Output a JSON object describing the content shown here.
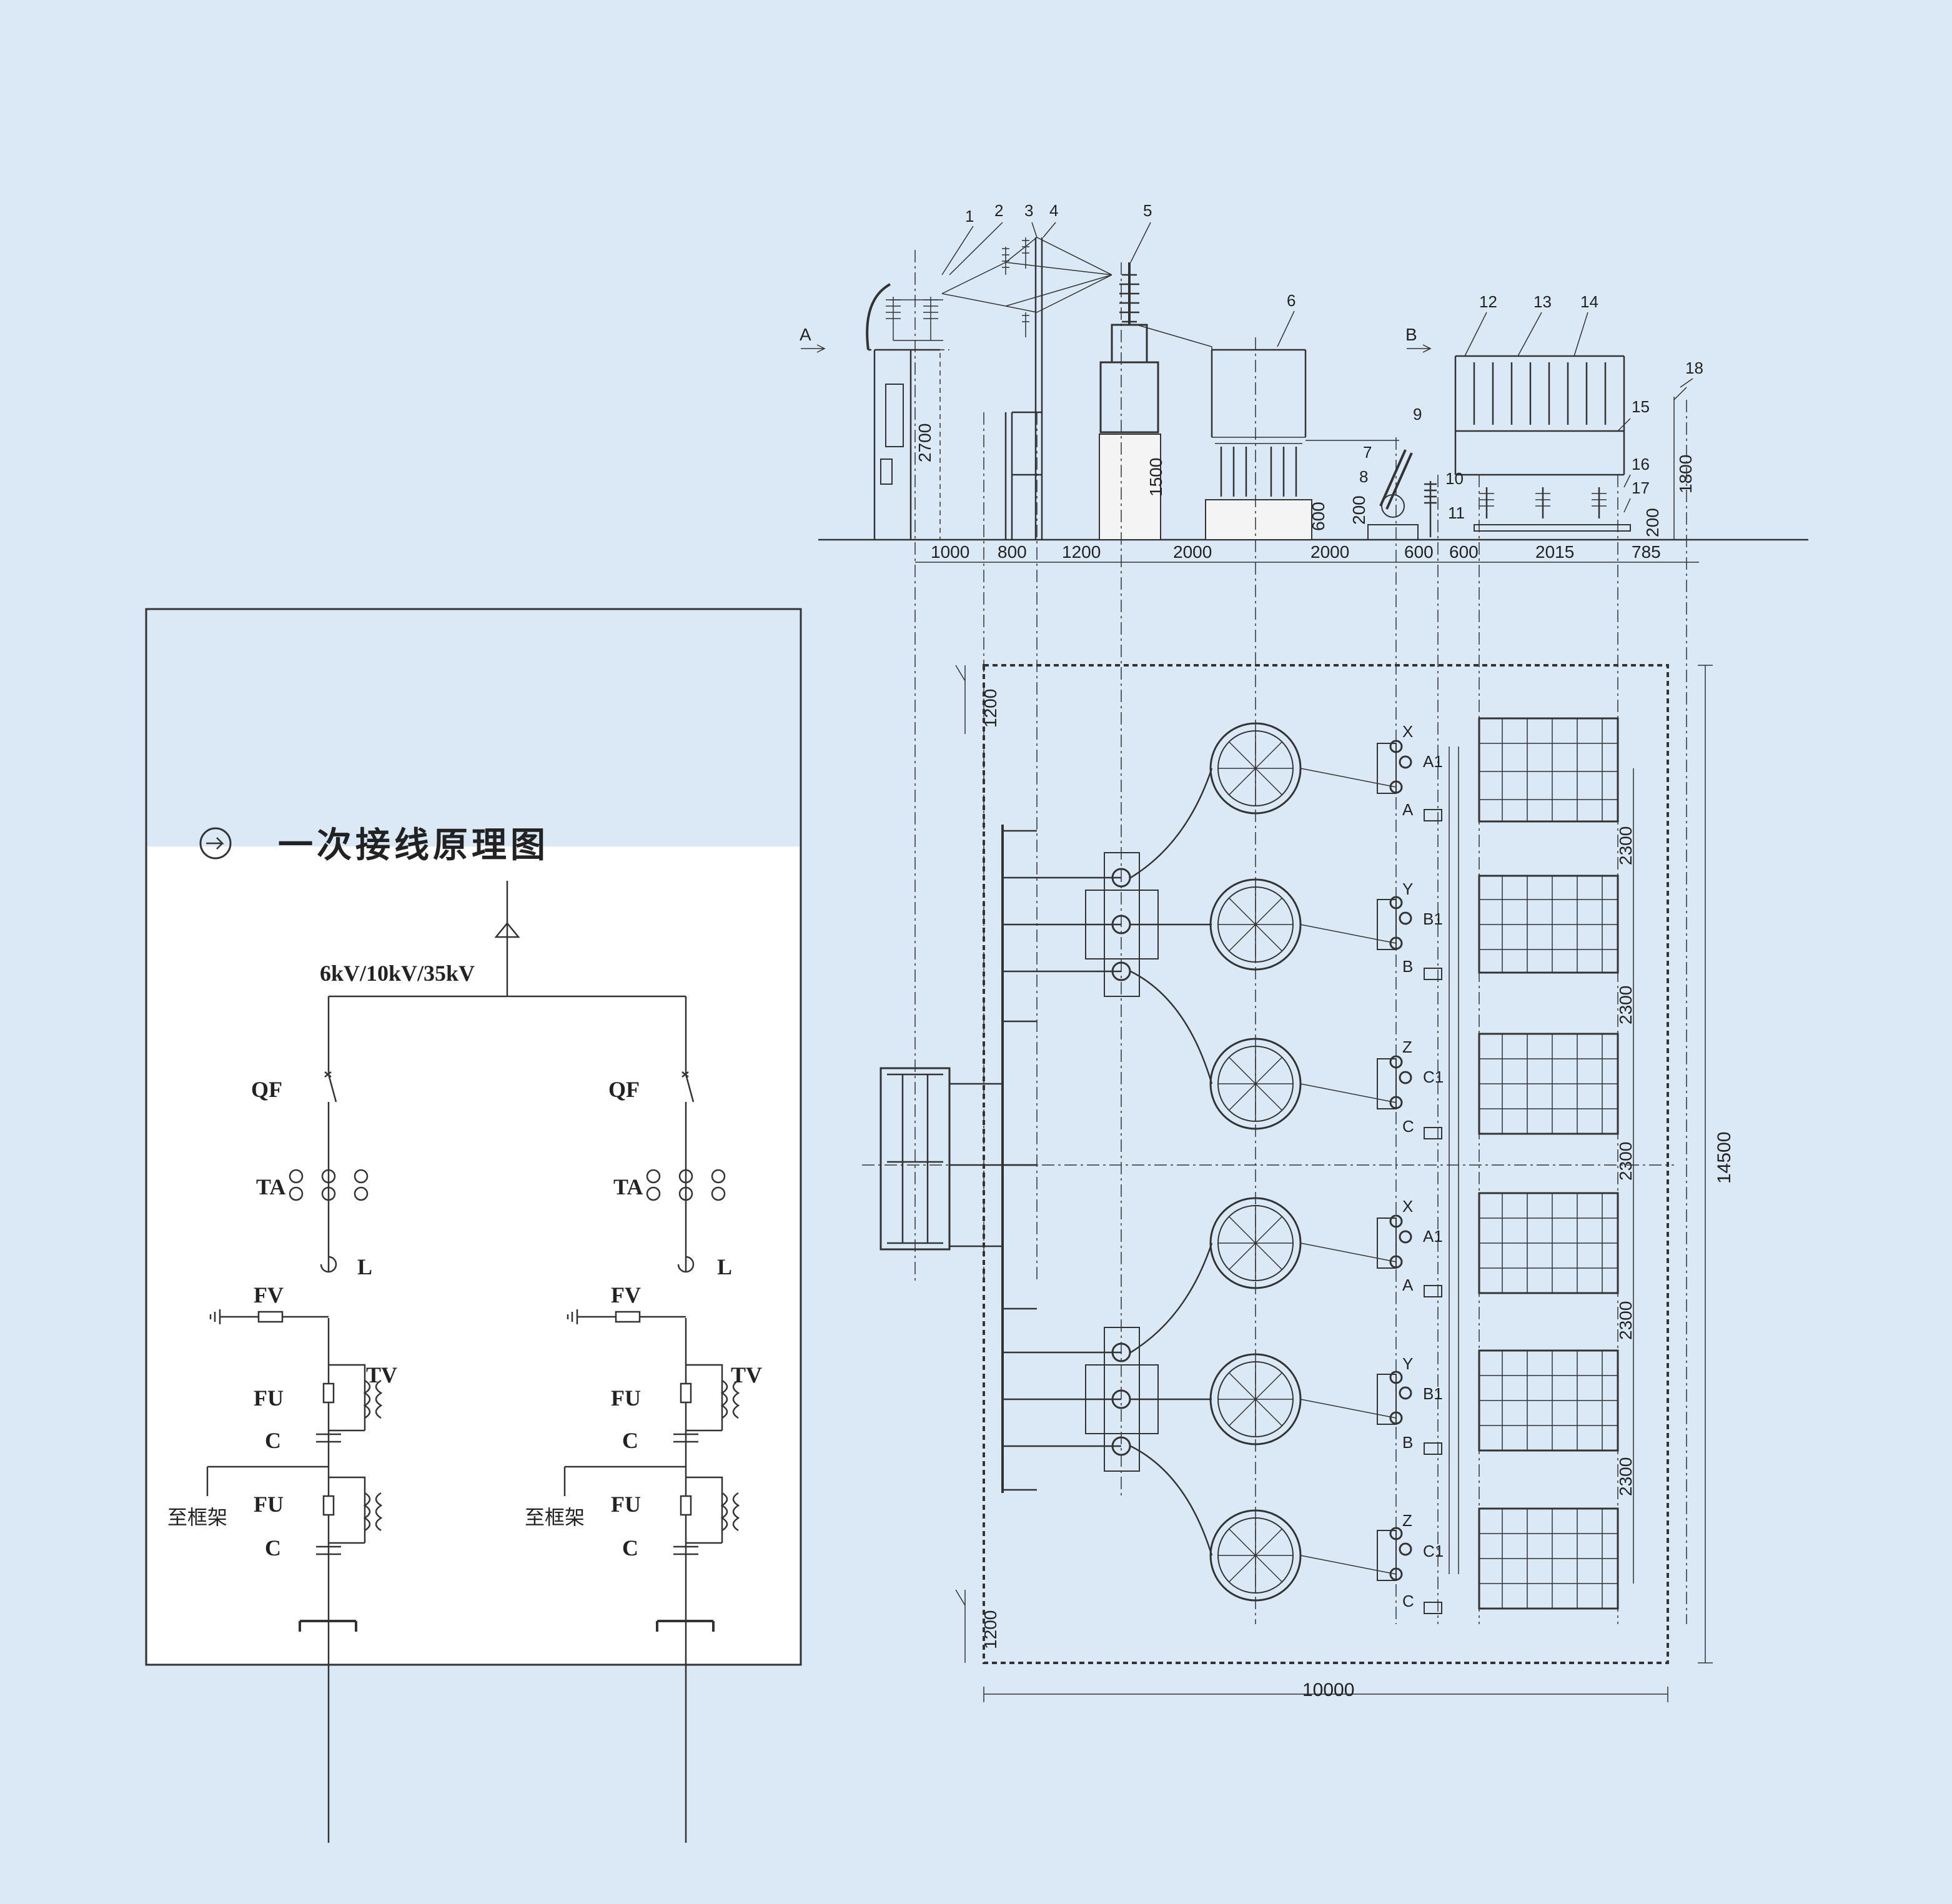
{
  "schematic": {
    "title": "一次接线原理图",
    "voltage": "6kV/10kV/35kV",
    "labels": {
      "qf": "QF",
      "ta": "TA",
      "l": "L",
      "fv": "FV",
      "tv": "TV",
      "fu": "FU",
      "c": "C",
      "to_frame": "至框架"
    }
  },
  "elevation": {
    "section_marks": [
      "A",
      "B"
    ],
    "item_numbers": [
      "1",
      "2",
      "3",
      "4",
      "5",
      "6",
      "7",
      "8",
      "9",
      "10",
      "11",
      "12",
      "13",
      "14",
      "15",
      "16",
      "17",
      "18"
    ],
    "heights": [
      "2700",
      "1500",
      "600",
      "200",
      "200",
      "1800"
    ],
    "spacing": [
      "1000",
      "800",
      "1200",
      "2000",
      "2000",
      "600",
      "600",
      "2015",
      "785"
    ]
  },
  "plan": {
    "total_width": "10000",
    "total_height": "14500",
    "edge_gap": "1200",
    "row_pitch": "2300",
    "phase_groups": [
      {
        "top": "X",
        "mid": "A1",
        "bottom": "A"
      },
      {
        "top": "Y",
        "mid": "B1",
        "bottom": "B"
      },
      {
        "top": "Z",
        "mid": "C1",
        "bottom": "C"
      },
      {
        "top": "X",
        "mid": "A1",
        "bottom": "A"
      },
      {
        "top": "Y",
        "mid": "B1",
        "bottom": "B"
      },
      {
        "top": "Z",
        "mid": "C1",
        "bottom": "C"
      }
    ]
  },
  "colors": {
    "background": "#dbe9f6",
    "panel": "#ffffff",
    "line": "#333333"
  }
}
